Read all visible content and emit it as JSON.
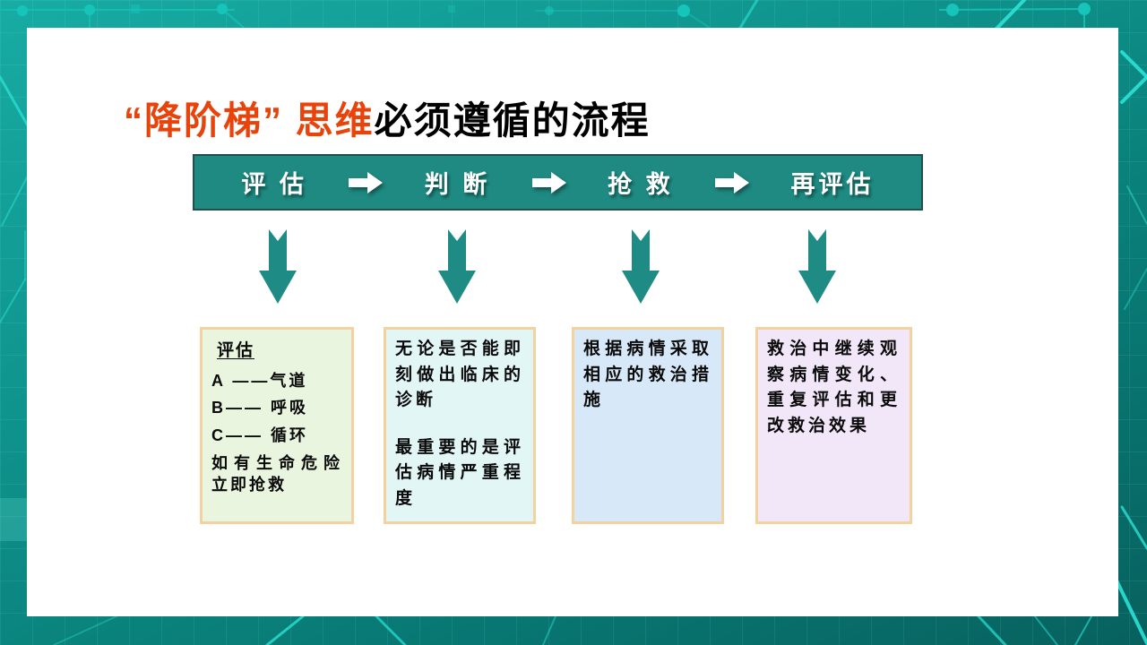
{
  "title": {
    "highlight": "“降阶梯” 思维",
    "rest": "必须遵循的流程"
  },
  "flow": {
    "steps": [
      {
        "label": "评 估"
      },
      {
        "label": "判 断"
      },
      {
        "label": "抢 救"
      },
      {
        "label": "再评估"
      }
    ]
  },
  "boxes": [
    {
      "heading": "评估",
      "lines": [
        "A ——气道",
        "B—— 呼吸",
        "C—— 循环",
        "如有生命危险立即抢救"
      ],
      "bg": "#e9f5df"
    },
    {
      "paragraphs": [
        "无论是否能即刻做出临床的诊断",
        "最重要的是评估病情严重程度"
      ],
      "bg": "#e2f6f6"
    },
    {
      "paragraphs": [
        "根据病情采取相应的救治措施"
      ],
      "bg": "#d7e8f8"
    },
    {
      "paragraphs": [
        "救治中继续观察病情变化、重复评估和更改救治效果"
      ],
      "bg": "#f1e7f9"
    }
  ],
  "icons": {
    "step_arrow": "block-arrow-right",
    "down_arrow": "notched-block-arrow-down"
  },
  "theme": {
    "orange": "#e8430b",
    "teal_bar": "#1e8a82",
    "teal_arrow": "#1e8c85",
    "box_border": "#f4d2a0",
    "accent_cyan": "#2be2d7",
    "node_fill": "#17c4ba",
    "slide_bg": "#ffffff",
    "bg_top": "#17aca4",
    "bg_bottom": "#07615e"
  }
}
